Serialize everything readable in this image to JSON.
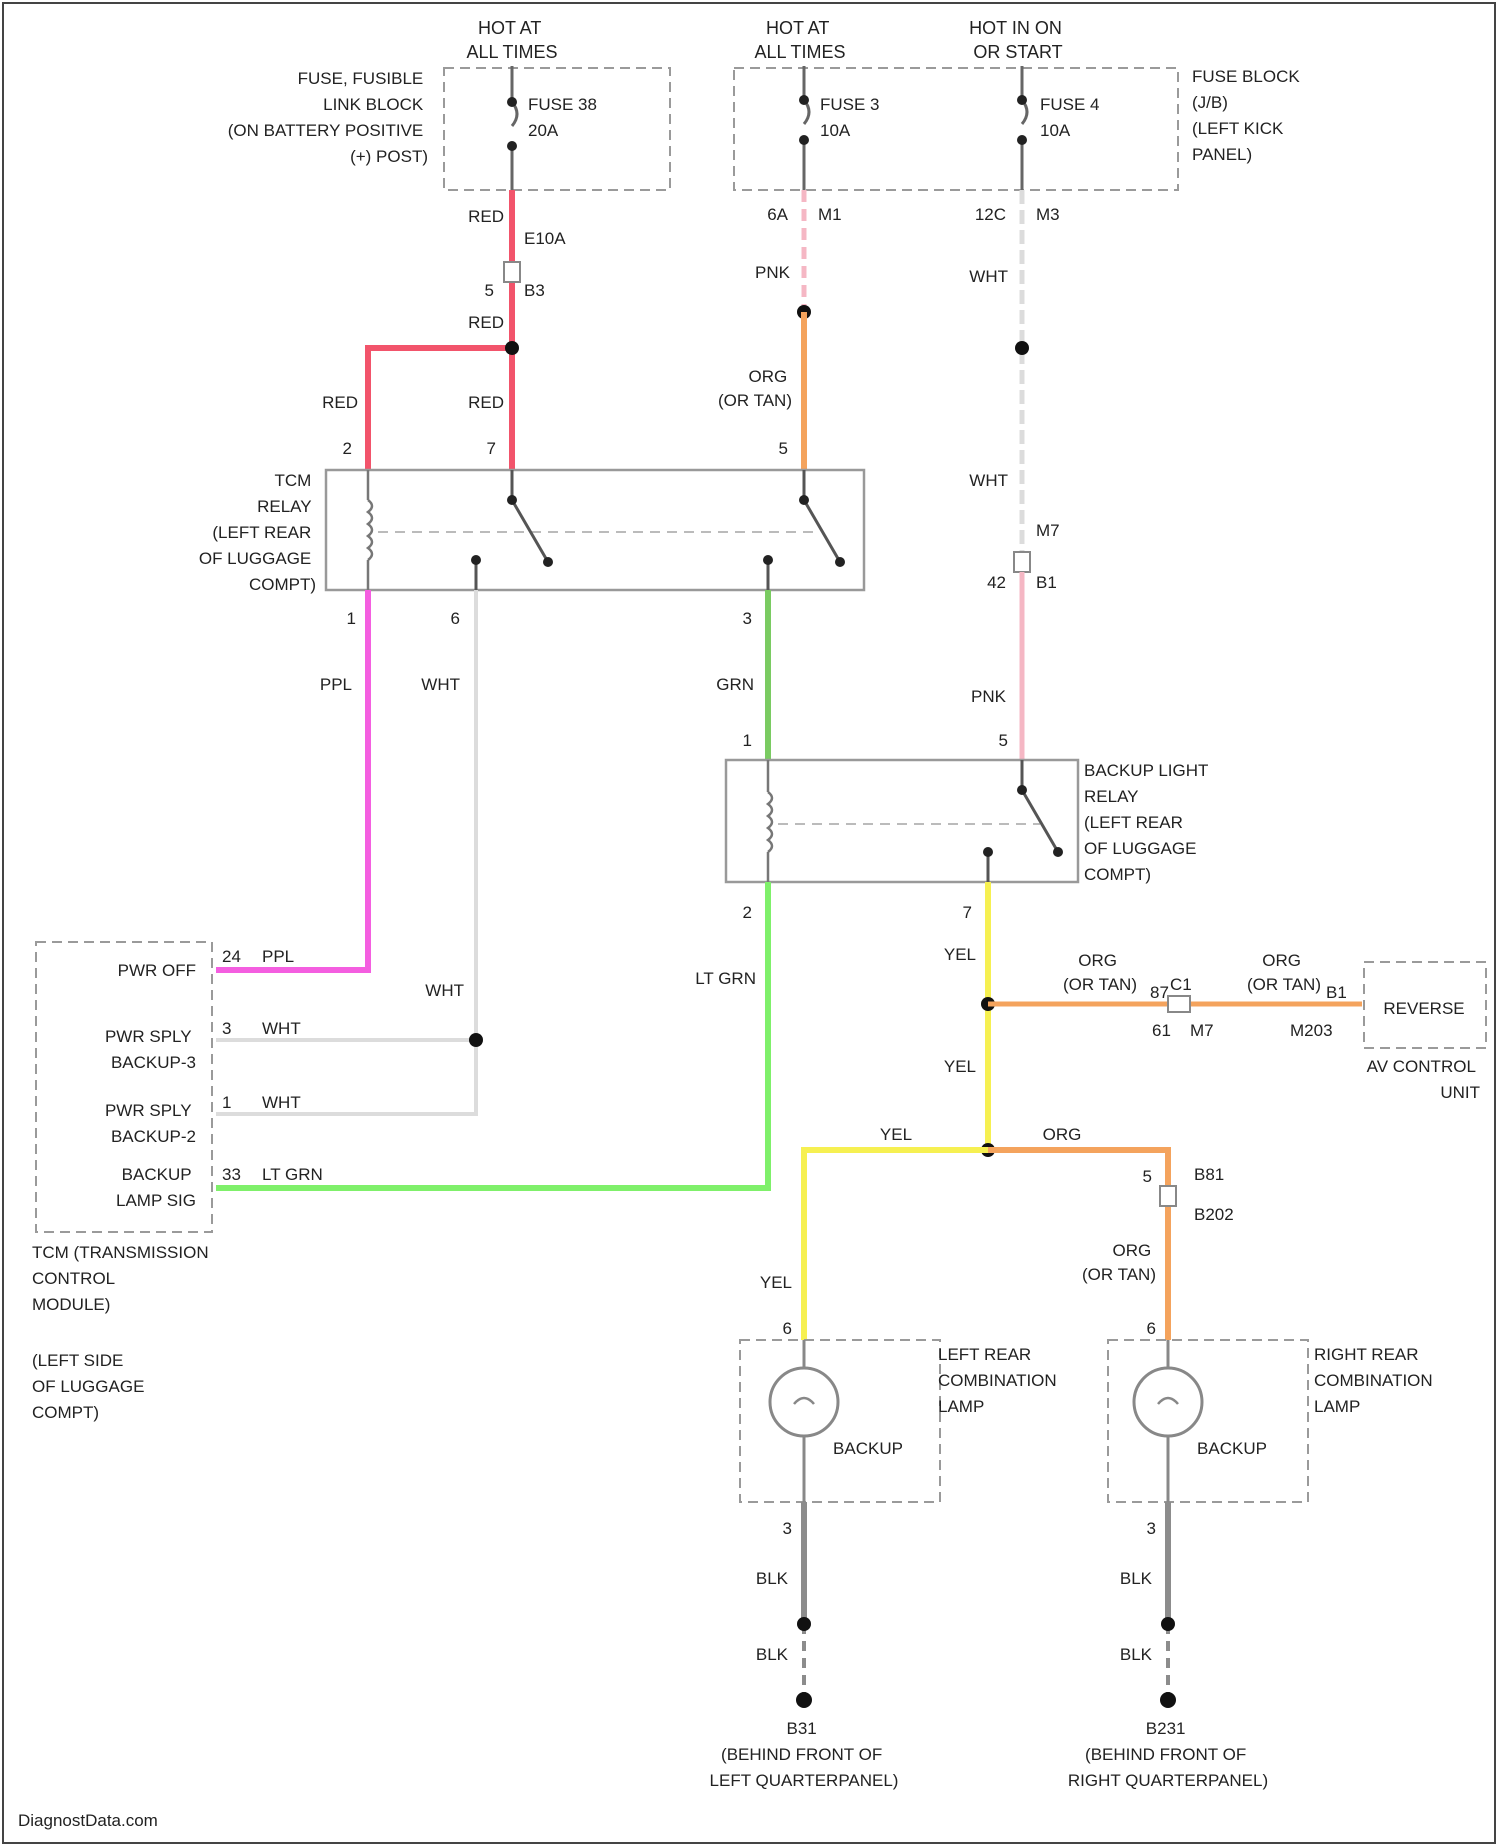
{
  "supplies": {
    "hot_always_1": [
      "HOT AT",
      "ALL TIMES"
    ],
    "hot_always_2": [
      "HOT AT",
      "ALL TIMES"
    ],
    "hot_run_start": [
      "HOT IN ON",
      "OR START"
    ]
  },
  "fusible_link_block": {
    "label": [
      "FUSE, FUSIBLE",
      "LINK BLOCK",
      "(ON BATTERY POSITIVE",
      "(+) POST)"
    ],
    "fuse": [
      "FUSE 38",
      "20A"
    ]
  },
  "fuse_block": {
    "label": [
      "FUSE BLOCK",
      "(J/B)",
      "(LEFT KICK",
      "PANEL)"
    ],
    "fuse_a": [
      "FUSE 3",
      "10A"
    ],
    "fuse_b": [
      "FUSE 4",
      "10A"
    ]
  },
  "connectors": {
    "e10a": "E10A",
    "b3": "B3",
    "b3_pin": "5",
    "m1_pin": "6A",
    "m1": "M1",
    "m3_pin": "12C",
    "m3": "M3",
    "m7": "M7",
    "b1_pin": "42",
    "b1": "B1"
  },
  "wires": {
    "red_1": "RED",
    "red_2": "RED",
    "red_3": "RED",
    "red_4": "RED",
    "pnk_top": "PNK",
    "org_top": [
      "ORG",
      "(OR TAN)"
    ],
    "wht_top": "WHT",
    "wht_mid": "WHT",
    "ppl": "PPL",
    "wht_relay": "WHT",
    "grn": "GRN",
    "pnk_mid": "PNK",
    "lt_grn": "LT GRN",
    "yel_1": "YEL",
    "yel_2": "YEL",
    "yel_3": "YEL",
    "yel_4": "YEL",
    "org_av": [
      "ORG",
      "(OR TAN)"
    ],
    "org_av2": [
      "ORG",
      "(OR TAN)"
    ],
    "org_right": "ORG",
    "org_right2": [
      "ORG",
      "(OR TAN)"
    ],
    "wht_tcm": "WHT",
    "blk_l1": "BLK",
    "blk_l2": "BLK",
    "blk_r1": "BLK",
    "blk_r2": "BLK"
  },
  "tcm_relay": {
    "label": [
      "TCM",
      "RELAY",
      "(LEFT REAR",
      "OF LUGGAGE",
      "COMPT)"
    ],
    "pins": {
      "p2": "2",
      "p7": "7",
      "p5": "5",
      "p1": "1",
      "p6": "6",
      "p3": "3"
    }
  },
  "backup_relay": {
    "label": [
      "BACKUP LIGHT",
      "RELAY",
      "(LEFT REAR",
      "OF LUGGAGE",
      "COMPT)"
    ],
    "pins": {
      "p1": "1",
      "p5": "5",
      "p2": "2",
      "p7": "7"
    }
  },
  "tcm": {
    "pins": [
      {
        "num": "24",
        "wire": "PPL",
        "label": [
          "PWR OFF"
        ]
      },
      {
        "num": "3",
        "wire": "WHT",
        "label": [
          "PWR SPLY",
          "BACKUP-3"
        ]
      },
      {
        "num": "1",
        "wire": "WHT",
        "label": [
          "PWR SPLY",
          "BACKUP-2"
        ]
      },
      {
        "num": "33",
        "wire": "LT GRN",
        "label": [
          "BACKUP",
          "LAMP SIG"
        ]
      }
    ],
    "name": [
      "TCM (TRANSMISSION",
      "CONTROL",
      "MODULE)"
    ],
    "location": [
      "(LEFT SIDE",
      "OF LUGGAGE",
      "COMPT)"
    ]
  },
  "av_unit": {
    "pin": "REVERSE",
    "label": [
      "AV CONTROL",
      "UNIT"
    ],
    "conn_a_pin": "87",
    "conn_a_name": "C1",
    "conn_b_pin": "61",
    "conn_b_name": "M7",
    "conn_c_pin": "B1",
    "conn_c_name": "M203"
  },
  "combination_lamps": {
    "left": {
      "label": [
        "LEFT REAR",
        "COMBINATION",
        "LAMP"
      ],
      "bulb": "BACKUP",
      "pin_top": "6",
      "pin_bottom": "3"
    },
    "right": {
      "label": [
        "RIGHT REAR",
        "COMBINATION",
        "LAMP"
      ],
      "bulb": "BACKUP",
      "pin_top": "6",
      "pin_bottom": "3"
    },
    "b202_pin": "5",
    "b81": "B81",
    "b202": "B202"
  },
  "grounds": {
    "left": {
      "name": "B31",
      "location": [
        "(BEHIND FRONT OF",
        "LEFT QUARTERPANEL)"
      ]
    },
    "right": {
      "name": "B231",
      "location": [
        "(BEHIND FRONT OF",
        "RIGHT QUARTERPANEL)"
      ]
    }
  },
  "watermark": "DiagnostData.com",
  "colors": {
    "red": "#f2546b",
    "pink": "#f5b7c4",
    "orange": "#f4a35d",
    "white": "#dcdcdc",
    "purple": "#f45ee0",
    "green": "#7acb62",
    "lt_green": "#7ff06a",
    "yellow": "#f6f051",
    "black": "#8c8c8c",
    "dash": "#9a9a9a"
  }
}
